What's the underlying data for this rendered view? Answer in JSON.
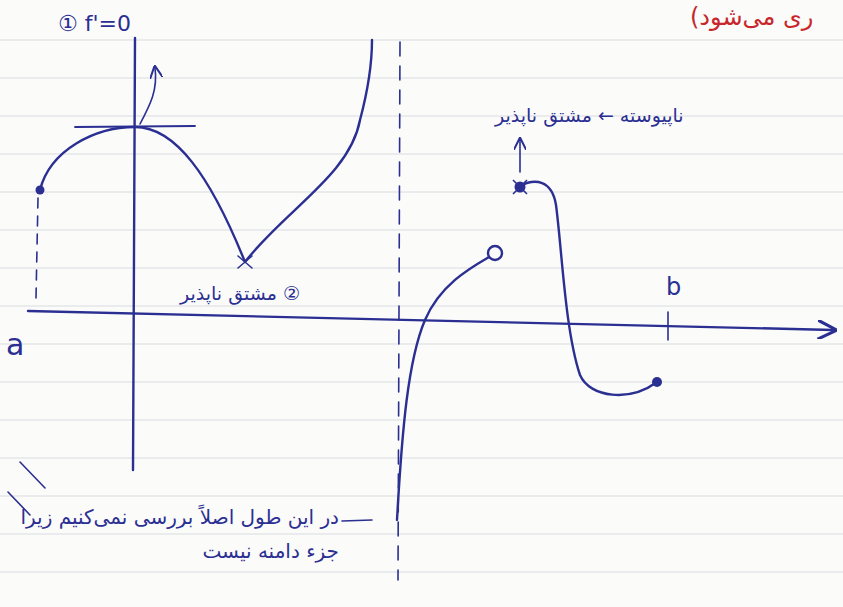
{
  "diagram": {
    "labels": [
      "ری می‌شود)",
      "① f'=0",
      "② مشتق ناپذیر",
      "ناپیوسته ← مشتق ناپذیر",
      "a",
      "b",
      "در این طول اصلاً بررسی نمی‌کنیم زیرا جزء دامنه نیست"
    ]
  }
}
